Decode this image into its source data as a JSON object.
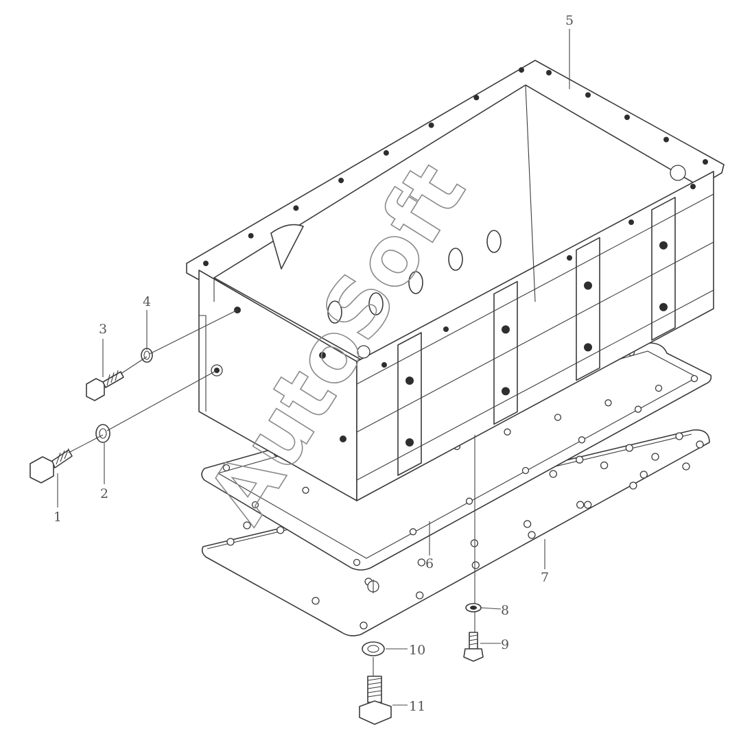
{
  "title": "",
  "watermark": "AutoSoft",
  "callouts": [
    {
      "id": "label-1",
      "text": "1"
    },
    {
      "id": "label-2",
      "text": "2"
    },
    {
      "id": "label-3",
      "text": "3"
    },
    {
      "id": "label-4",
      "text": "4"
    },
    {
      "id": "label-5",
      "text": "5"
    },
    {
      "id": "label-6",
      "text": "6"
    },
    {
      "id": "label-7",
      "text": "7"
    },
    {
      "id": "label-8",
      "text": "8"
    },
    {
      "id": "label-9",
      "text": "9"
    },
    {
      "id": "label-10",
      "text": "10"
    },
    {
      "id": "label-11",
      "text": "11"
    }
  ],
  "colors": {
    "line": "#3a3a3a",
    "watermark": "#8a8a8a",
    "label": "#555555"
  }
}
